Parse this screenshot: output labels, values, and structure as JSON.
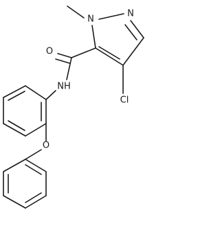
{
  "molecule": {
    "atom_labels": {
      "n1": "N",
      "n2": "N",
      "o_carbonyl": "O",
      "nh": "NH",
      "cl": "Cl",
      "o_ether": "O"
    }
  }
}
